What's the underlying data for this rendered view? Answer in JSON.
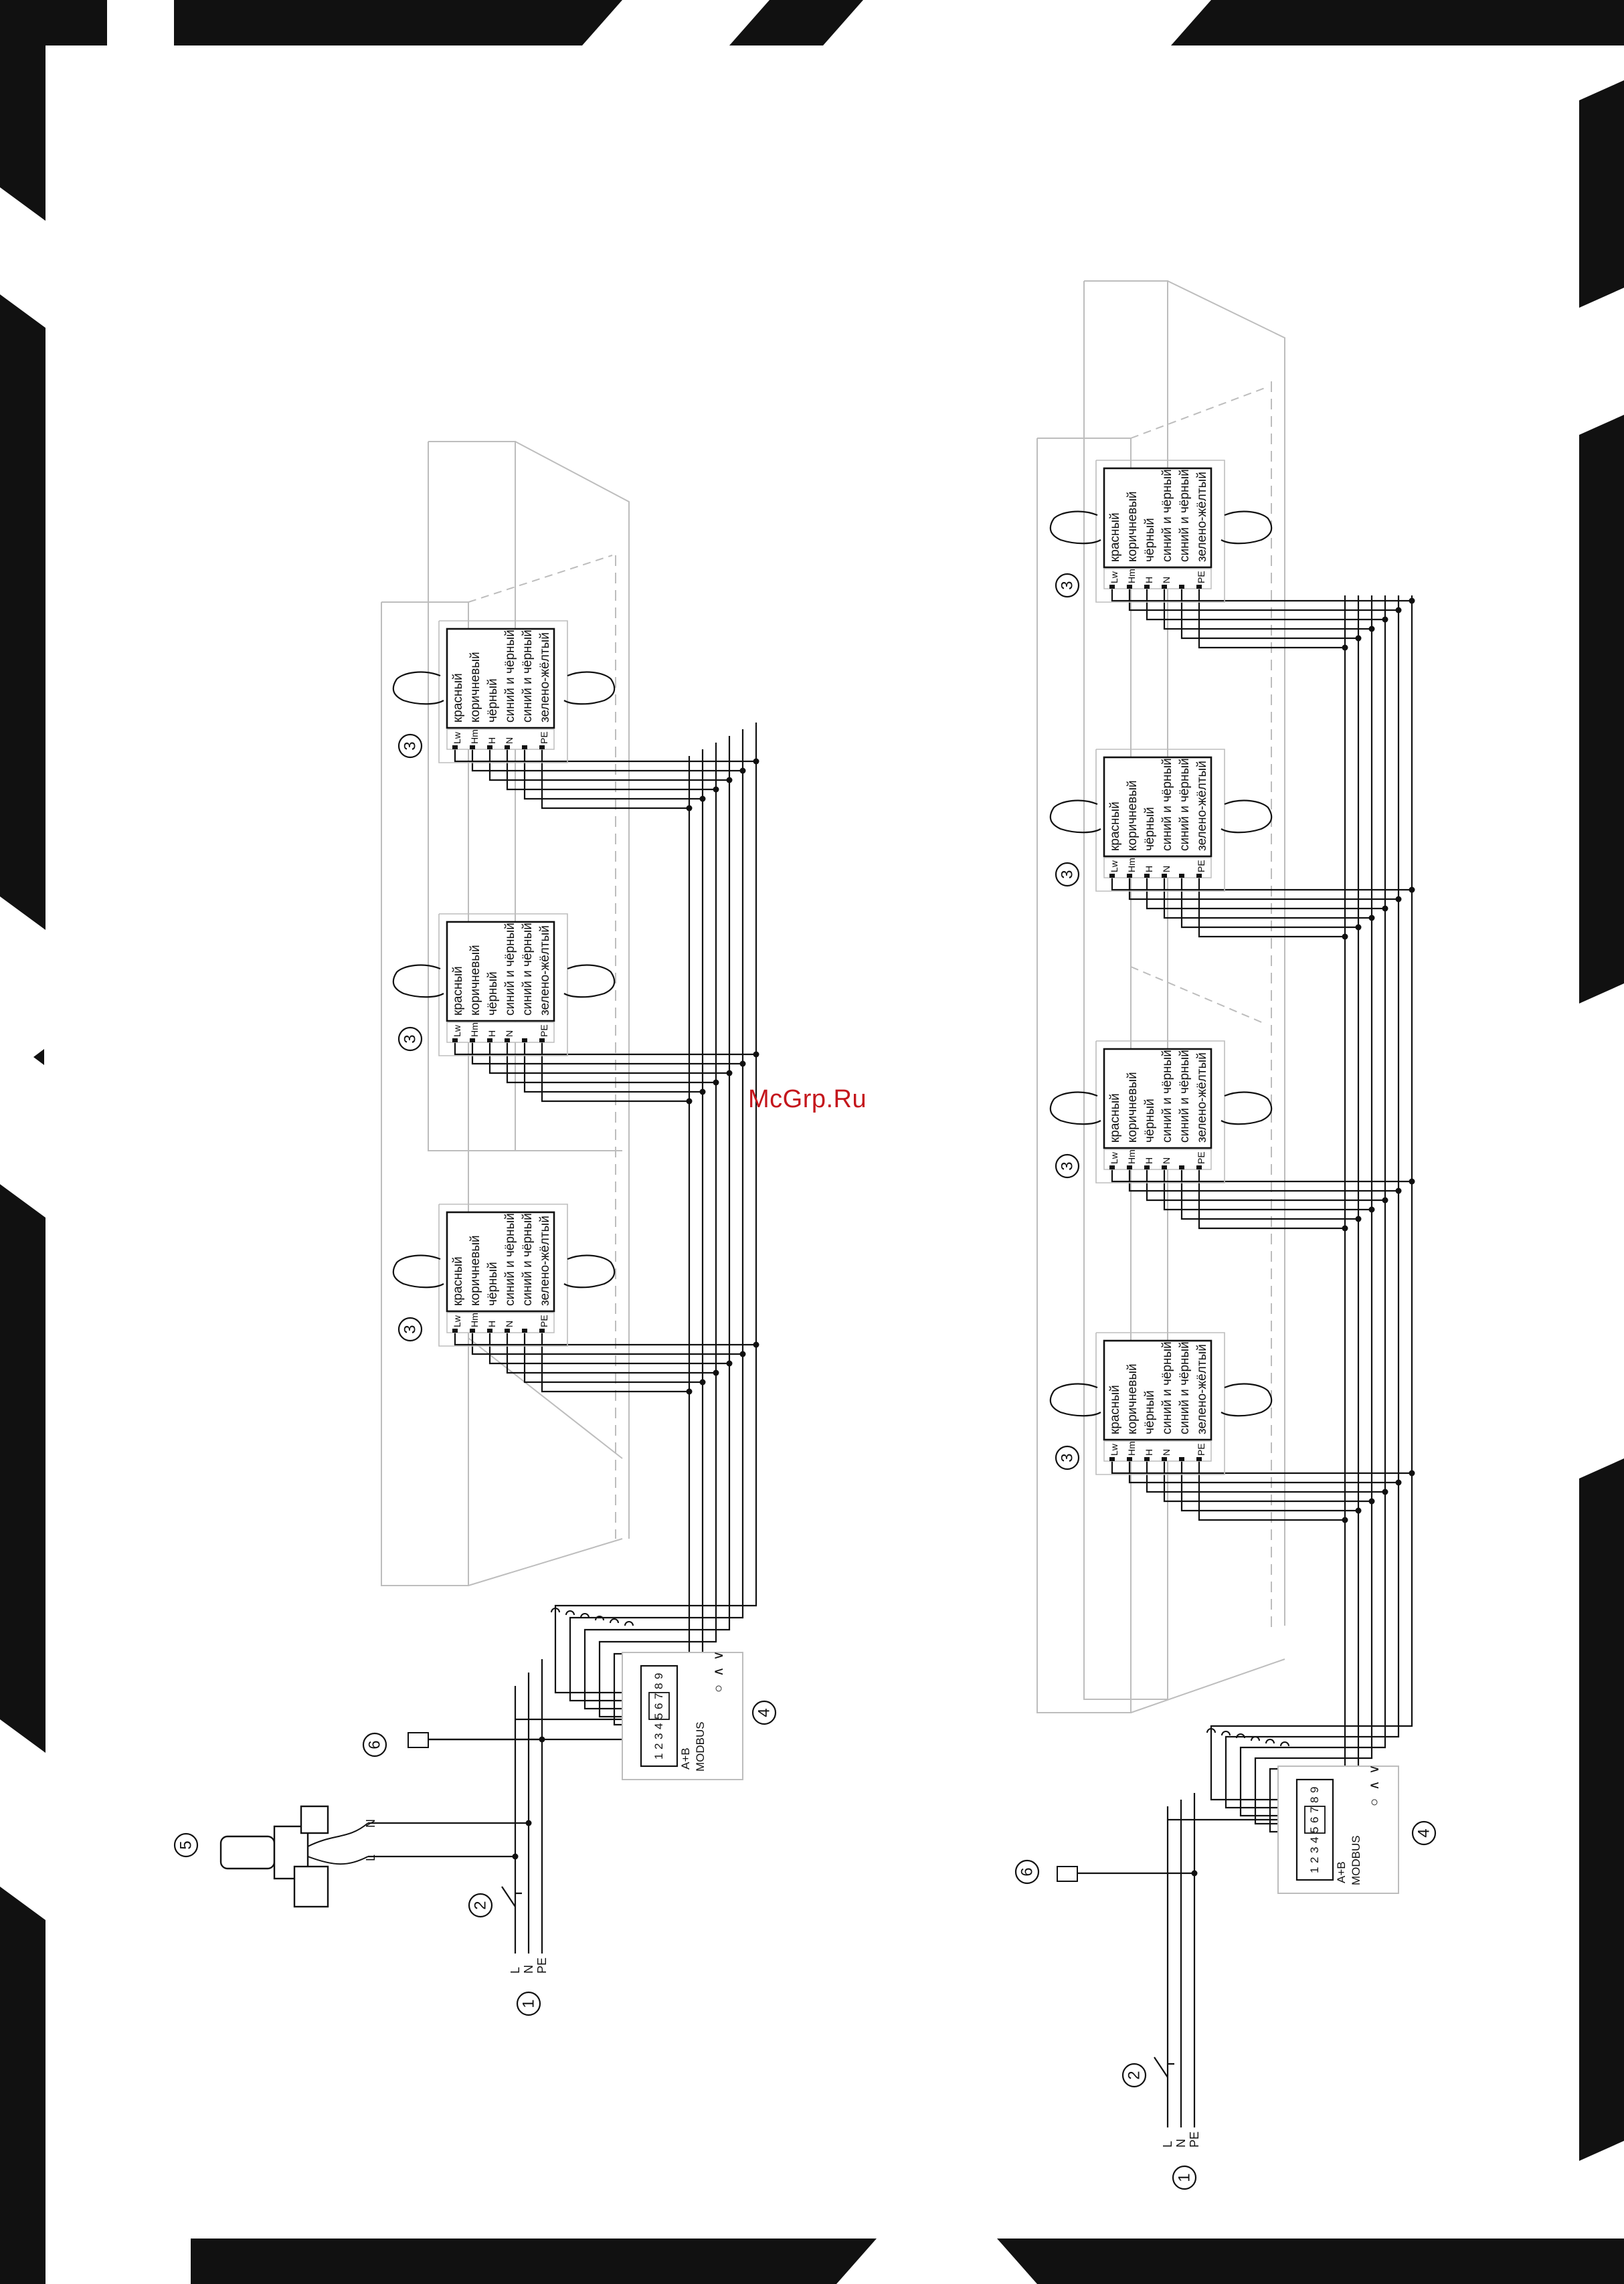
{
  "watermark": "McGrp.Ru",
  "colors": {
    "line": "#111111",
    "faint": "#bdbdbd",
    "stripe": "#111111",
    "watermark": "#c4161c"
  },
  "callouts": {
    "c1": "1",
    "c2": "2",
    "c3": "3",
    "c4": "4",
    "c5": "5",
    "c6": "6"
  },
  "supply_labels": [
    "L",
    "N",
    "PE"
  ],
  "valve_labels": [
    "N",
    "L"
  ],
  "unit_wires": [
    "красный",
    "коричневый",
    "чёрный",
    "синий и чёрный",
    "синий и чёрный",
    "зелено-жёлтый"
  ],
  "unit_terminals": [
    "Lw",
    "Hm",
    "H",
    "N",
    "",
    "PE"
  ],
  "controller": {
    "digits": "123456789",
    "bus": "A+B",
    "protocol": "MODBUS",
    "buttons": [
      "○",
      "∧",
      "∨"
    ]
  }
}
